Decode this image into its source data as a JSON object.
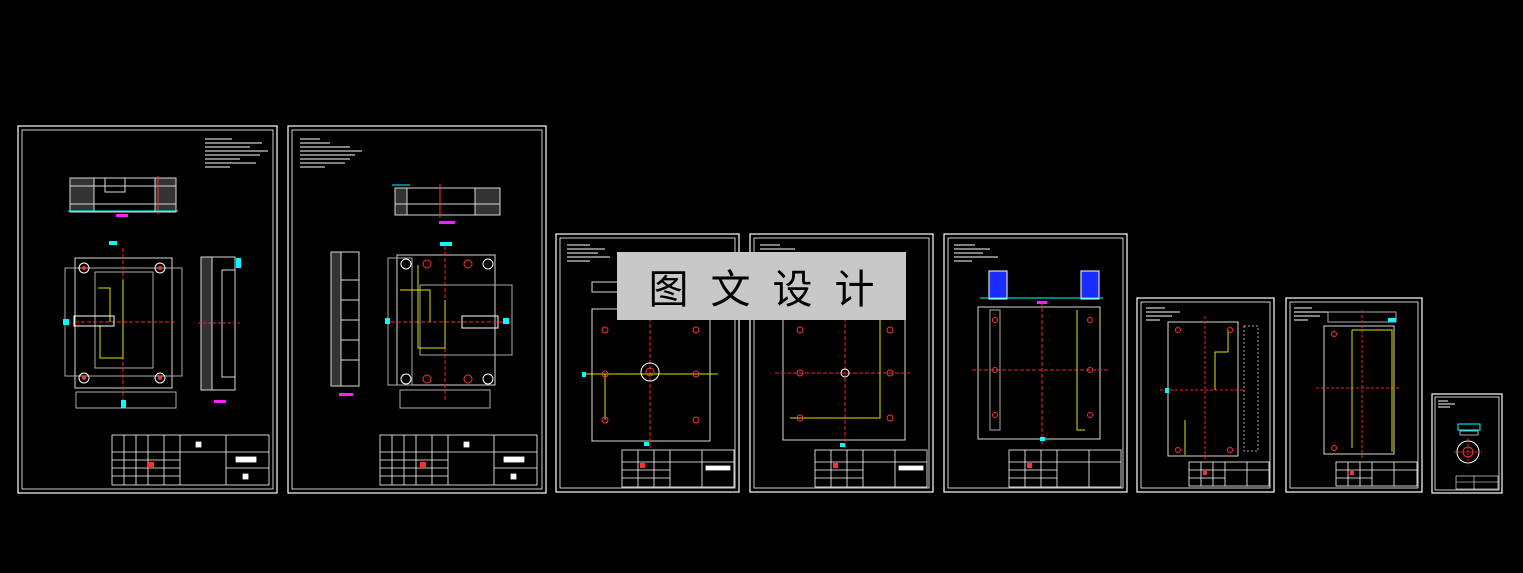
{
  "window": {
    "background": "#000000"
  },
  "watermark": {
    "text": "图文设计"
  },
  "colors": {
    "frame": "#ffffff",
    "centerline": "#ff2020",
    "outline": "#d8d8d8",
    "highlight": "#e0e000",
    "dimension": "#00ffff",
    "hole": "#ff3030",
    "fill_blue": "#1a2cff"
  },
  "sheets": [
    {
      "id": "sheet-1",
      "view": "assembly-plan-and-section",
      "title_label": "",
      "border_color": "#ffffff"
    },
    {
      "id": "sheet-2",
      "view": "assembly-plan-and-section",
      "title_label": "",
      "border_color": "#ffffff"
    },
    {
      "id": "sheet-3",
      "view": "plate-with-center-boss",
      "title_label": "",
      "border_color": "#ffffff"
    },
    {
      "id": "sheet-4",
      "view": "plate-with-holes",
      "title_label": "",
      "border_color": "#ffffff"
    },
    {
      "id": "sheet-5",
      "view": "plate-with-blue-sections",
      "title_label": "",
      "border_color": "#ffffff"
    },
    {
      "id": "sheet-6",
      "view": "narrow-plate",
      "title_label": "",
      "border_color": "#ffffff"
    },
    {
      "id": "sheet-7",
      "view": "narrow-plate",
      "title_label": "",
      "border_color": "#ffffff"
    },
    {
      "id": "sheet-8",
      "view": "small-round-part",
      "title_label": "",
      "border_color": "#ffffff"
    }
  ]
}
